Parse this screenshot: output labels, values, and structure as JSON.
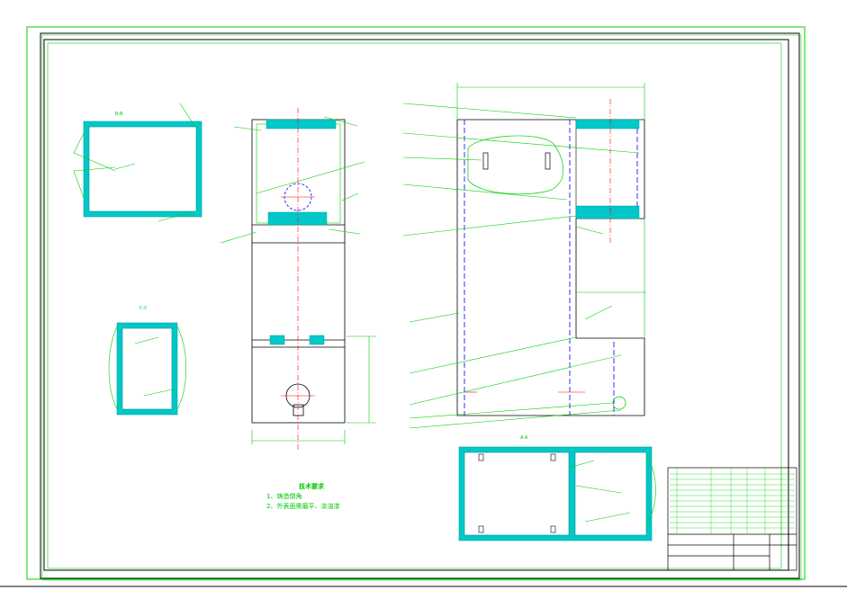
{
  "drawing": {
    "colors": {
      "outline": "#00d000",
      "hatch": "#00c8c8",
      "hidden_line": "#0000ff",
      "center_line": "#ff0000",
      "frame_dark": "#000000"
    },
    "section_labels": {
      "top_left": "B-B",
      "mid_left": "C-C",
      "bottom_right": "A-A"
    },
    "notes": {
      "title": "技术要求",
      "line1": "1、铸造倒角",
      "line2": "2、外表面需磨平、涂油漆"
    }
  }
}
